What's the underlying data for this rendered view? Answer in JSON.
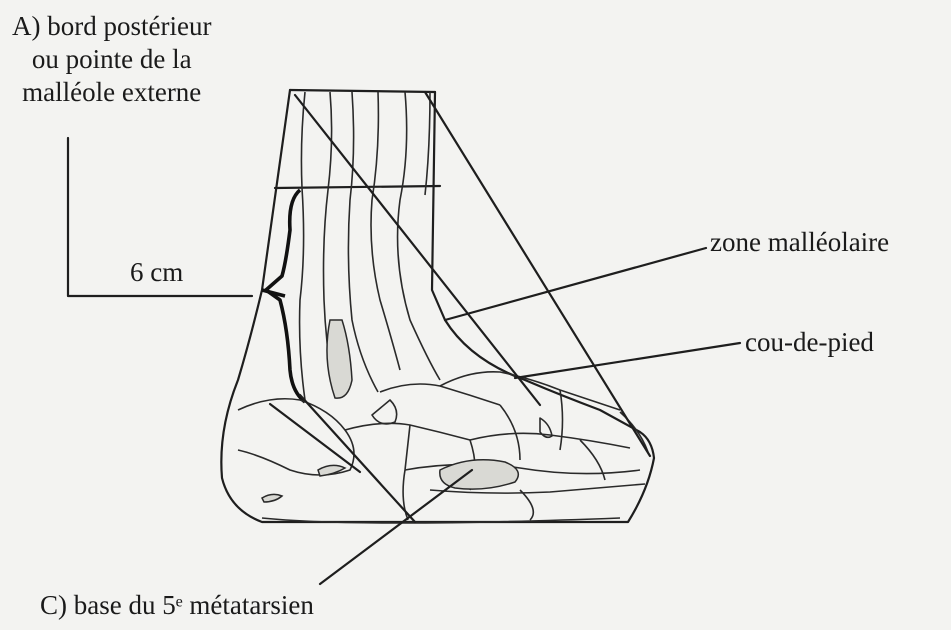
{
  "labels": {
    "a_line1": "A) bord postérieur",
    "a_line2": "ou pointe de la",
    "a_line3": "malléole externe",
    "distance": "6 cm",
    "zone_malleolaire": "zone malléolaire",
    "cou_de_pied": "cou-de-pied",
    "c_base": "C) base du 5ᵉ métatarsien"
  }
}
